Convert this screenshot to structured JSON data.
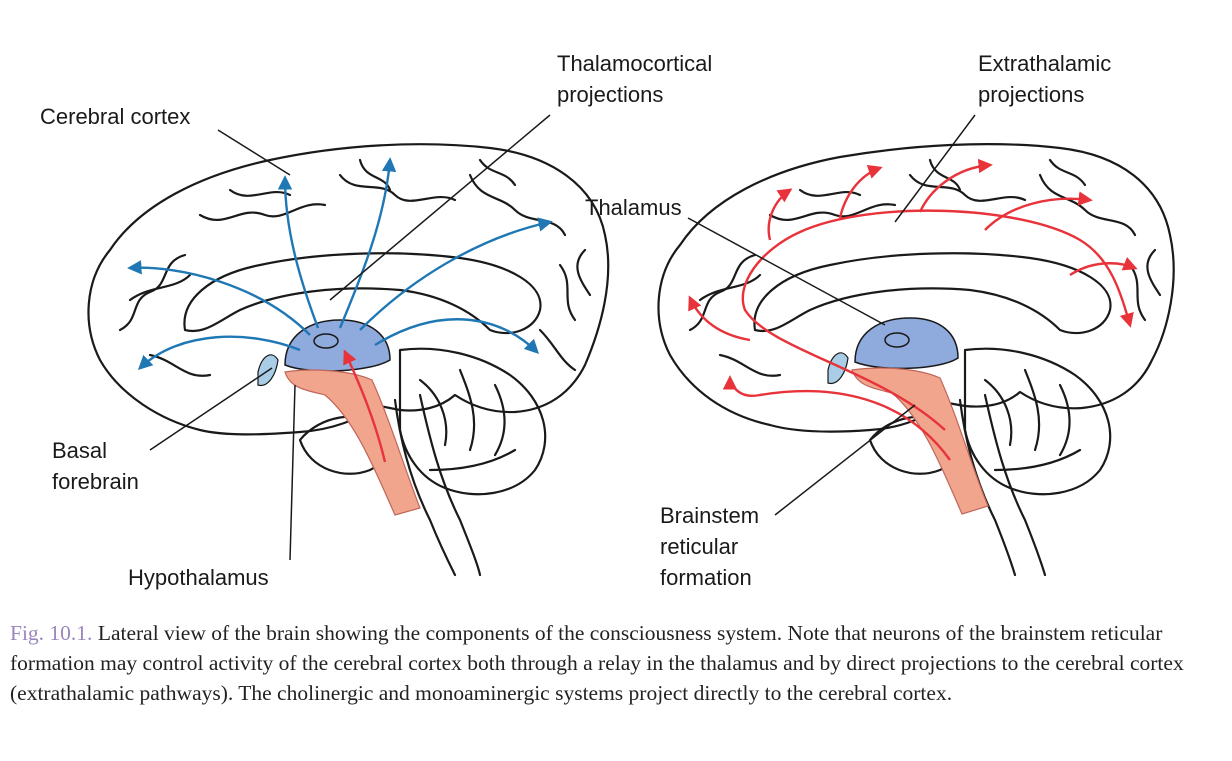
{
  "labels": {
    "cerebral_cortex": "Cerebral cortex",
    "thalamocortical": "Thalamocortical\nprojections",
    "extrathalamic": "Extrathalamic\nprojections",
    "thalamus": "Thalamus",
    "basal_forebrain": "Basal\nforebrain",
    "hypothalamus": "Hypothalamus",
    "brainstem_rf": "Brainstem\nreticular\nformation"
  },
  "caption": {
    "fig_label": "Fig. 10.1.",
    "text": " Lateral view of the brain showing the components of the consciousness system. Note that neurons of the brainstem reticular formation may control activity of the cerebral cortex both through a relay in the thalamus and by direct projections to the cerebral cortex (extrathalamic pathways). The cholinergic and monoaminergic systems project directly to the cerebral cortex."
  },
  "colors": {
    "thalamus_fill": "#8faadc",
    "basal_forebrain_fill": "#a9cde6",
    "brainstem_fill": "#f0a58c",
    "blue_arrow": "#1f78b4",
    "red_arrow": "#e8333a",
    "fig_label": "#9b86be"
  }
}
